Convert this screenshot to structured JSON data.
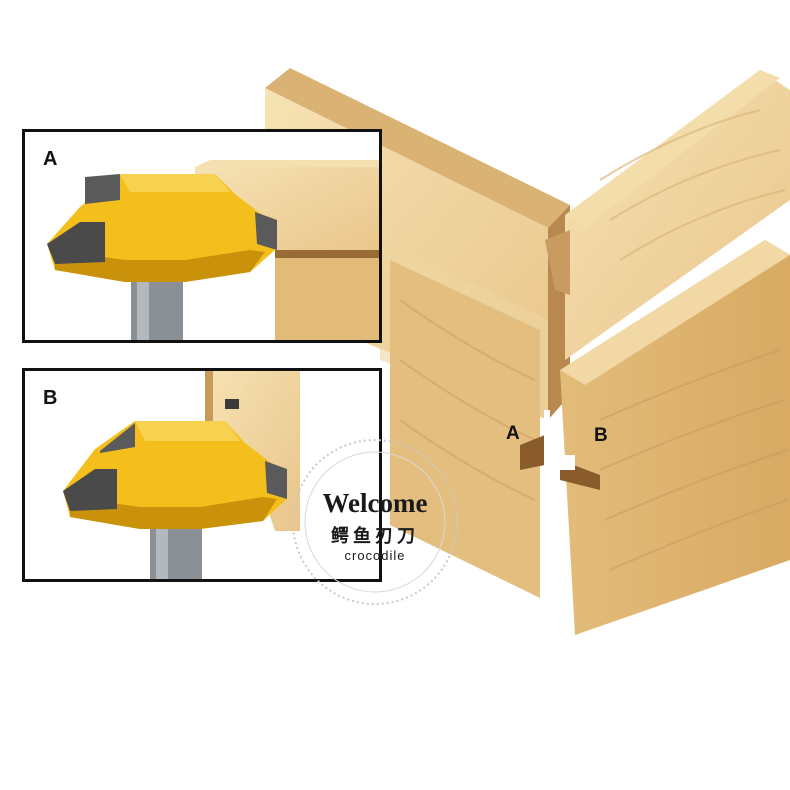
{
  "panels": {
    "a_label": "A",
    "b_label": "B"
  },
  "joint": {
    "label_a": "A",
    "label_b": "B"
  },
  "watermark": {
    "welcome": "Welcome",
    "chinese": "鳄鱼刃刀",
    "brand": "crocodile"
  },
  "colors": {
    "wood_light": "#f2d9a4",
    "wood_mid": "#e8c584",
    "wood_dark": "#b8874d",
    "cutter_yellow": "#f4bf1c",
    "cutter_shadow": "#c9920a",
    "shank_gray": "#8b9096",
    "carbide_dark": "#4a4a4a"
  }
}
